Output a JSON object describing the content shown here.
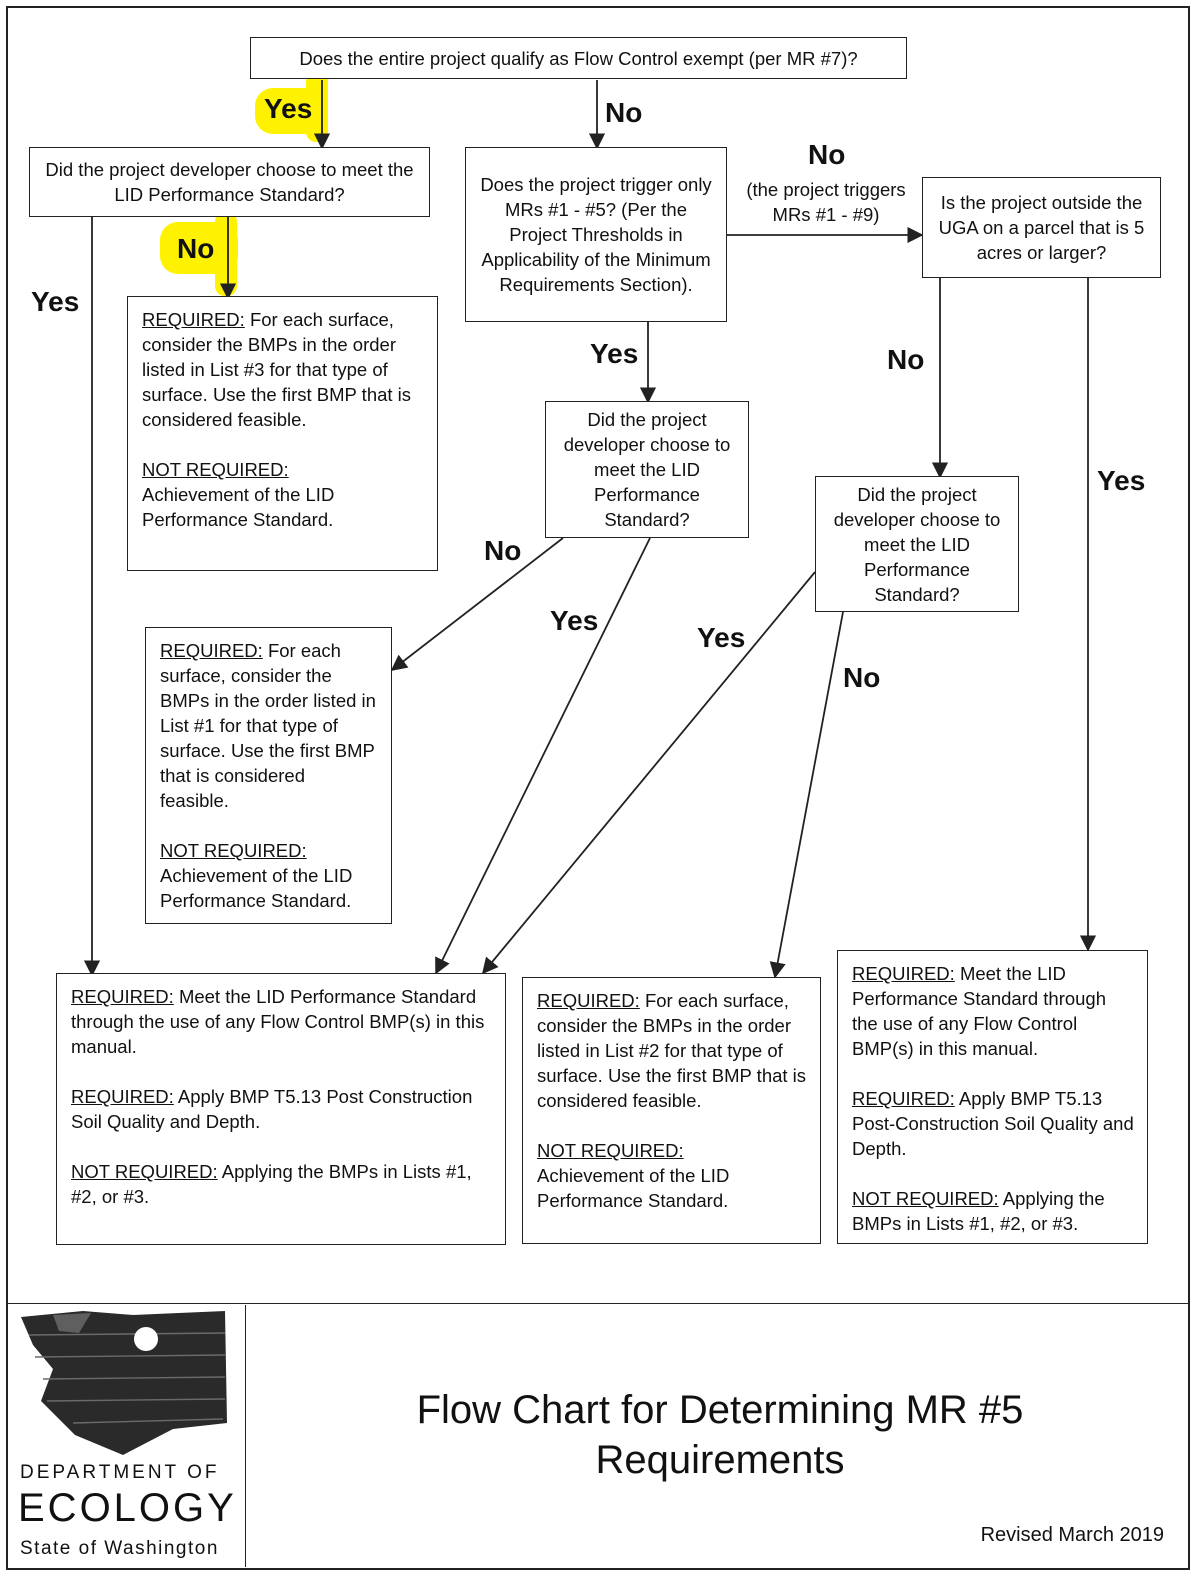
{
  "q_exempt": "Does the entire project qualify as Flow Control exempt (per MR #7)?",
  "q_lid_top": "Did the project developer choose to meet the LID Performance Standard?",
  "q_mr15": "Does the project trigger only MRs #1 - #5? (Per the Project Thresholds in Applicability of the Minimum Requirements Section).",
  "q_outside_uga": "Is the project outside the UGA on a parcel that is 5 acres or larger?",
  "q_lid_mid": "Did the project developer choose to meet the LID Performance Standard?",
  "q_lid_right": "Did the project developer choose to meet the LID Performance Standard?",
  "labels": {
    "yes": "Yes",
    "no": "No",
    "triggers_note": "(the project triggers MRs #1 - #9)"
  },
  "box_list3": {
    "req_label": "REQUIRED:",
    "req_text": "For each surface, consider the BMPs in the order listed in List #3 for that type of surface. Use the first BMP that is considered feasible.",
    "notreq_label": "NOT REQUIRED:",
    "notreq_text": "Achievement of the LID Performance Standard."
  },
  "box_list1": {
    "req_label": "REQUIRED:",
    "req_text": "For each surface, consider the BMPs in the order listed in List #1 for that type of surface. Use the first BMP that is considered feasible.",
    "notreq_label": "NOT REQUIRED:",
    "notreq_text": "Achievement of the LID Performance Standard."
  },
  "box_meet_lid_left": {
    "req1_label": "REQUIRED:",
    "req1_text": "Meet the LID Performance Standard through the use of any Flow Control BMP(s) in this manual.",
    "req2_label": "REQUIRED:",
    "req2_text": "Apply BMP T5.13 Post Construction Soil Quality and Depth.",
    "notreq_label": "NOT REQUIRED:",
    "notreq_text": "Applying the BMPs in Lists #1, #2, or #3."
  },
  "box_list2": {
    "req_label": "REQUIRED:",
    "req_text": "For each surface, consider the BMPs in the order listed in List #2 for that type of surface. Use the first BMP that is considered feasible.",
    "notreq_label": "NOT REQUIRED:",
    "notreq_text": "Achievement of the LID Performance Standard."
  },
  "box_meet_lid_right": {
    "req1_label": "REQUIRED:",
    "req1_text": "Meet the LID Performance Standard through the use of any Flow Control BMP(s) in this manual.",
    "req2_label": "REQUIRED:",
    "req2_text": "Apply BMP T5.13 Post-Construction Soil Quality and Depth.",
    "notreq_label": "NOT REQUIRED:",
    "notreq_text": "Applying the BMPs in Lists #1, #2, or #3."
  },
  "footer": {
    "title_line1": "Flow Chart for Determining MR #5",
    "title_line2": "Requirements",
    "revised": "Revised March 2019",
    "dept": "DEPARTMENT OF",
    "ecology": "ECOLOGY",
    "state": "State of Washington"
  }
}
